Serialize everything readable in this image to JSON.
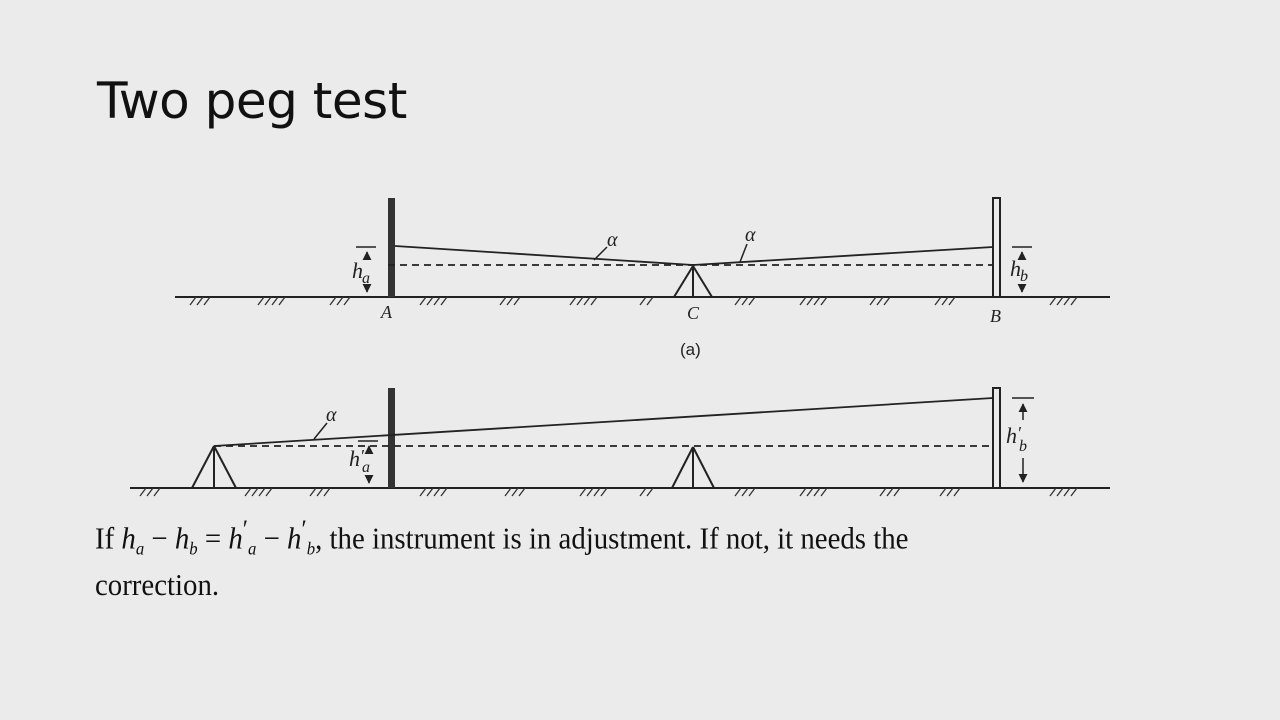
{
  "slide": {
    "title": "Two peg test"
  },
  "diagram": {
    "labels": {
      "alpha": "α",
      "peg_a": "A",
      "peg_b": "B",
      "point_c": "C",
      "sub_a": "a",
      "sub_b": "b",
      "h": "h",
      "prime": "′",
      "part_a": "(a)"
    }
  },
  "caption": {
    "if": "If ",
    "minus": " − ",
    "equals": " = ",
    "h": "h",
    "sub_a": "a",
    "sub_b": "b",
    "prime": "′",
    "rest_line1": ", the instrument is in adjustment. If not, it needs the",
    "line2": "correction."
  }
}
